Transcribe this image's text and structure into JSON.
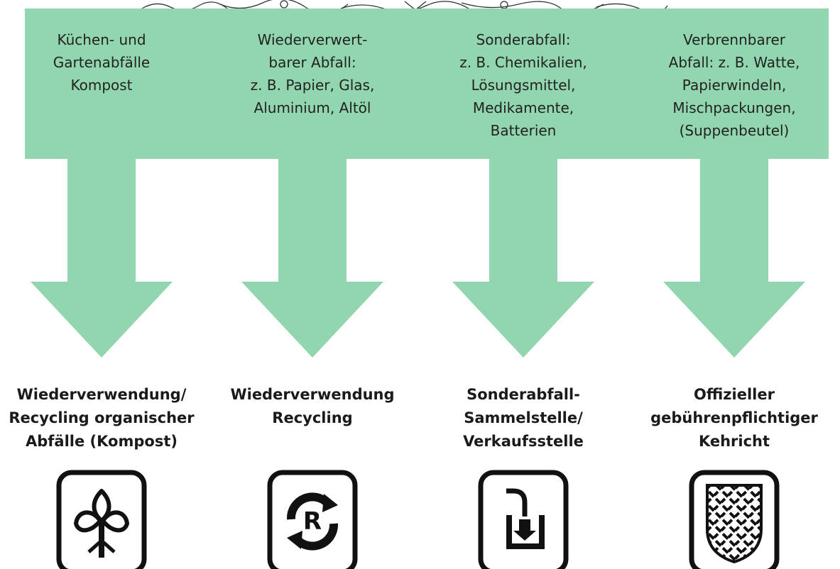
{
  "colors": {
    "band": "#92d6b0",
    "arrow": "#92d6b0",
    "text": "#222222",
    "icon": "#111111"
  },
  "categories": [
    {
      "lines": [
        "Küchen- und",
        "Gartenabfälle",
        "Kompost"
      ],
      "destination": [
        "Wiederverwendung/",
        "Recycling organischer",
        "Abfälle (Kompost)"
      ],
      "icon": "plant-icon"
    },
    {
      "lines": [
        "Wiederverwert-",
        "barer Abfall:",
        "z. B. Papier, Glas,",
        "Aluminium, Altöl"
      ],
      "destination": [
        "Wiederverwendung",
        "Recycling"
      ],
      "icon": "recycling-icon",
      "icon_letter": "R"
    },
    {
      "lines": [
        "Sonderabfall:",
        "z. B. Chemikalien,",
        "Lösungsmittel,",
        "Medikamente,",
        "Batterien"
      ],
      "destination": [
        "Sonderabfall-",
        "Sammelstelle/",
        "Verkaufsstelle"
      ],
      "icon": "hazardous-waste-icon"
    },
    {
      "lines": [
        "Verbrennbarer",
        "Abfall: z. B. Watte,",
        "Papierwindeln,",
        "Mischpackungen,",
        "(Suppenbeutel)"
      ],
      "destination": [
        "Offizieller",
        "gebührenpflichtiger",
        "Kehricht"
      ],
      "icon": "coat-of-arms-icon"
    }
  ]
}
